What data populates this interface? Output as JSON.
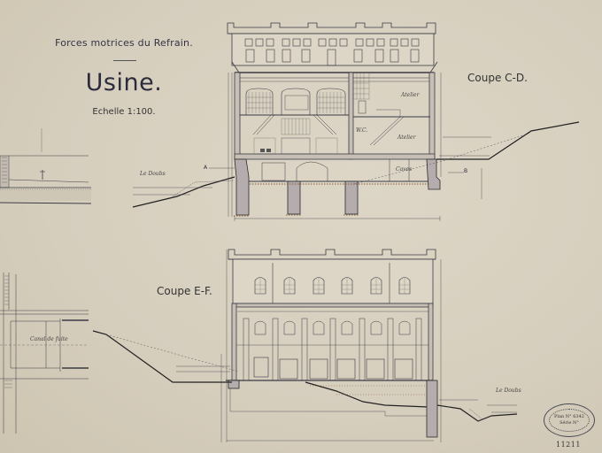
{
  "document": {
    "header": {
      "subtitle": "Forces motrices du Refrain.",
      "title": "Usine.",
      "scale": "Echelle 1:100."
    },
    "sections": [
      {
        "id": "cd",
        "label": "Coupe C-D."
      },
      {
        "id": "ef",
        "label": "Coupe E-F."
      }
    ],
    "annotations": {
      "river_top": "Le Doubs",
      "river_bottom": "Le Doubs",
      "canal": "Canal de fuite",
      "room_atelier_upper": "Atelier",
      "room_atelier_lower": "Atelier",
      "room_wc": "W.C.",
      "room_caves": "Caves",
      "marker_a": "A",
      "marker_b": "B"
    },
    "stamp": {
      "line1": "Plan N° 6342",
      "line2": "Série N°",
      "inventory_number": "11211"
    },
    "colors": {
      "paper": "#d9d1c1",
      "ink": "#2a2a35",
      "masonry": "#b0a8a8",
      "soil": "#8a5a30"
    }
  }
}
